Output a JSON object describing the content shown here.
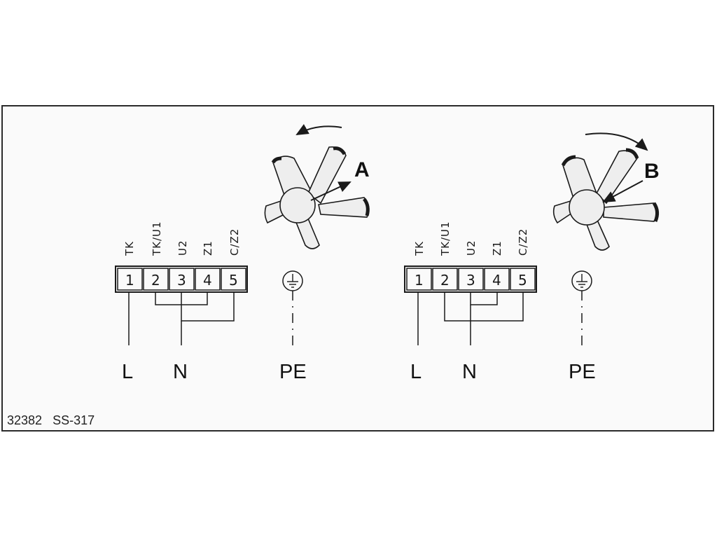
{
  "diagrams": [
    {
      "terminals": [
        {
          "number": "1",
          "label": "TK"
        },
        {
          "number": "2",
          "label": "TK/U1"
        },
        {
          "number": "3",
          "label": "U2"
        },
        {
          "number": "4",
          "label": "Z1"
        },
        {
          "number": "5",
          "label": "C/Z2"
        }
      ],
      "connections": [
        "L",
        "N",
        "PE"
      ],
      "rotation_label": "A",
      "rotation": "counterclockwise"
    },
    {
      "terminals": [
        {
          "number": "1",
          "label": "TK"
        },
        {
          "number": "2",
          "label": "TK/U1"
        },
        {
          "number": "3",
          "label": "U2"
        },
        {
          "number": "4",
          "label": "Z1"
        },
        {
          "number": "5",
          "label": "C/Z2"
        }
      ],
      "connections": [
        "L",
        "N",
        "PE"
      ],
      "rotation_label": "B",
      "rotation": "clockwise"
    }
  ],
  "footer": {
    "code1": "32382",
    "code2": "SS-317"
  },
  "colors": {
    "line": "#1a1a1a",
    "background": "#fafafa",
    "fan_fill": "#eeeeee"
  }
}
